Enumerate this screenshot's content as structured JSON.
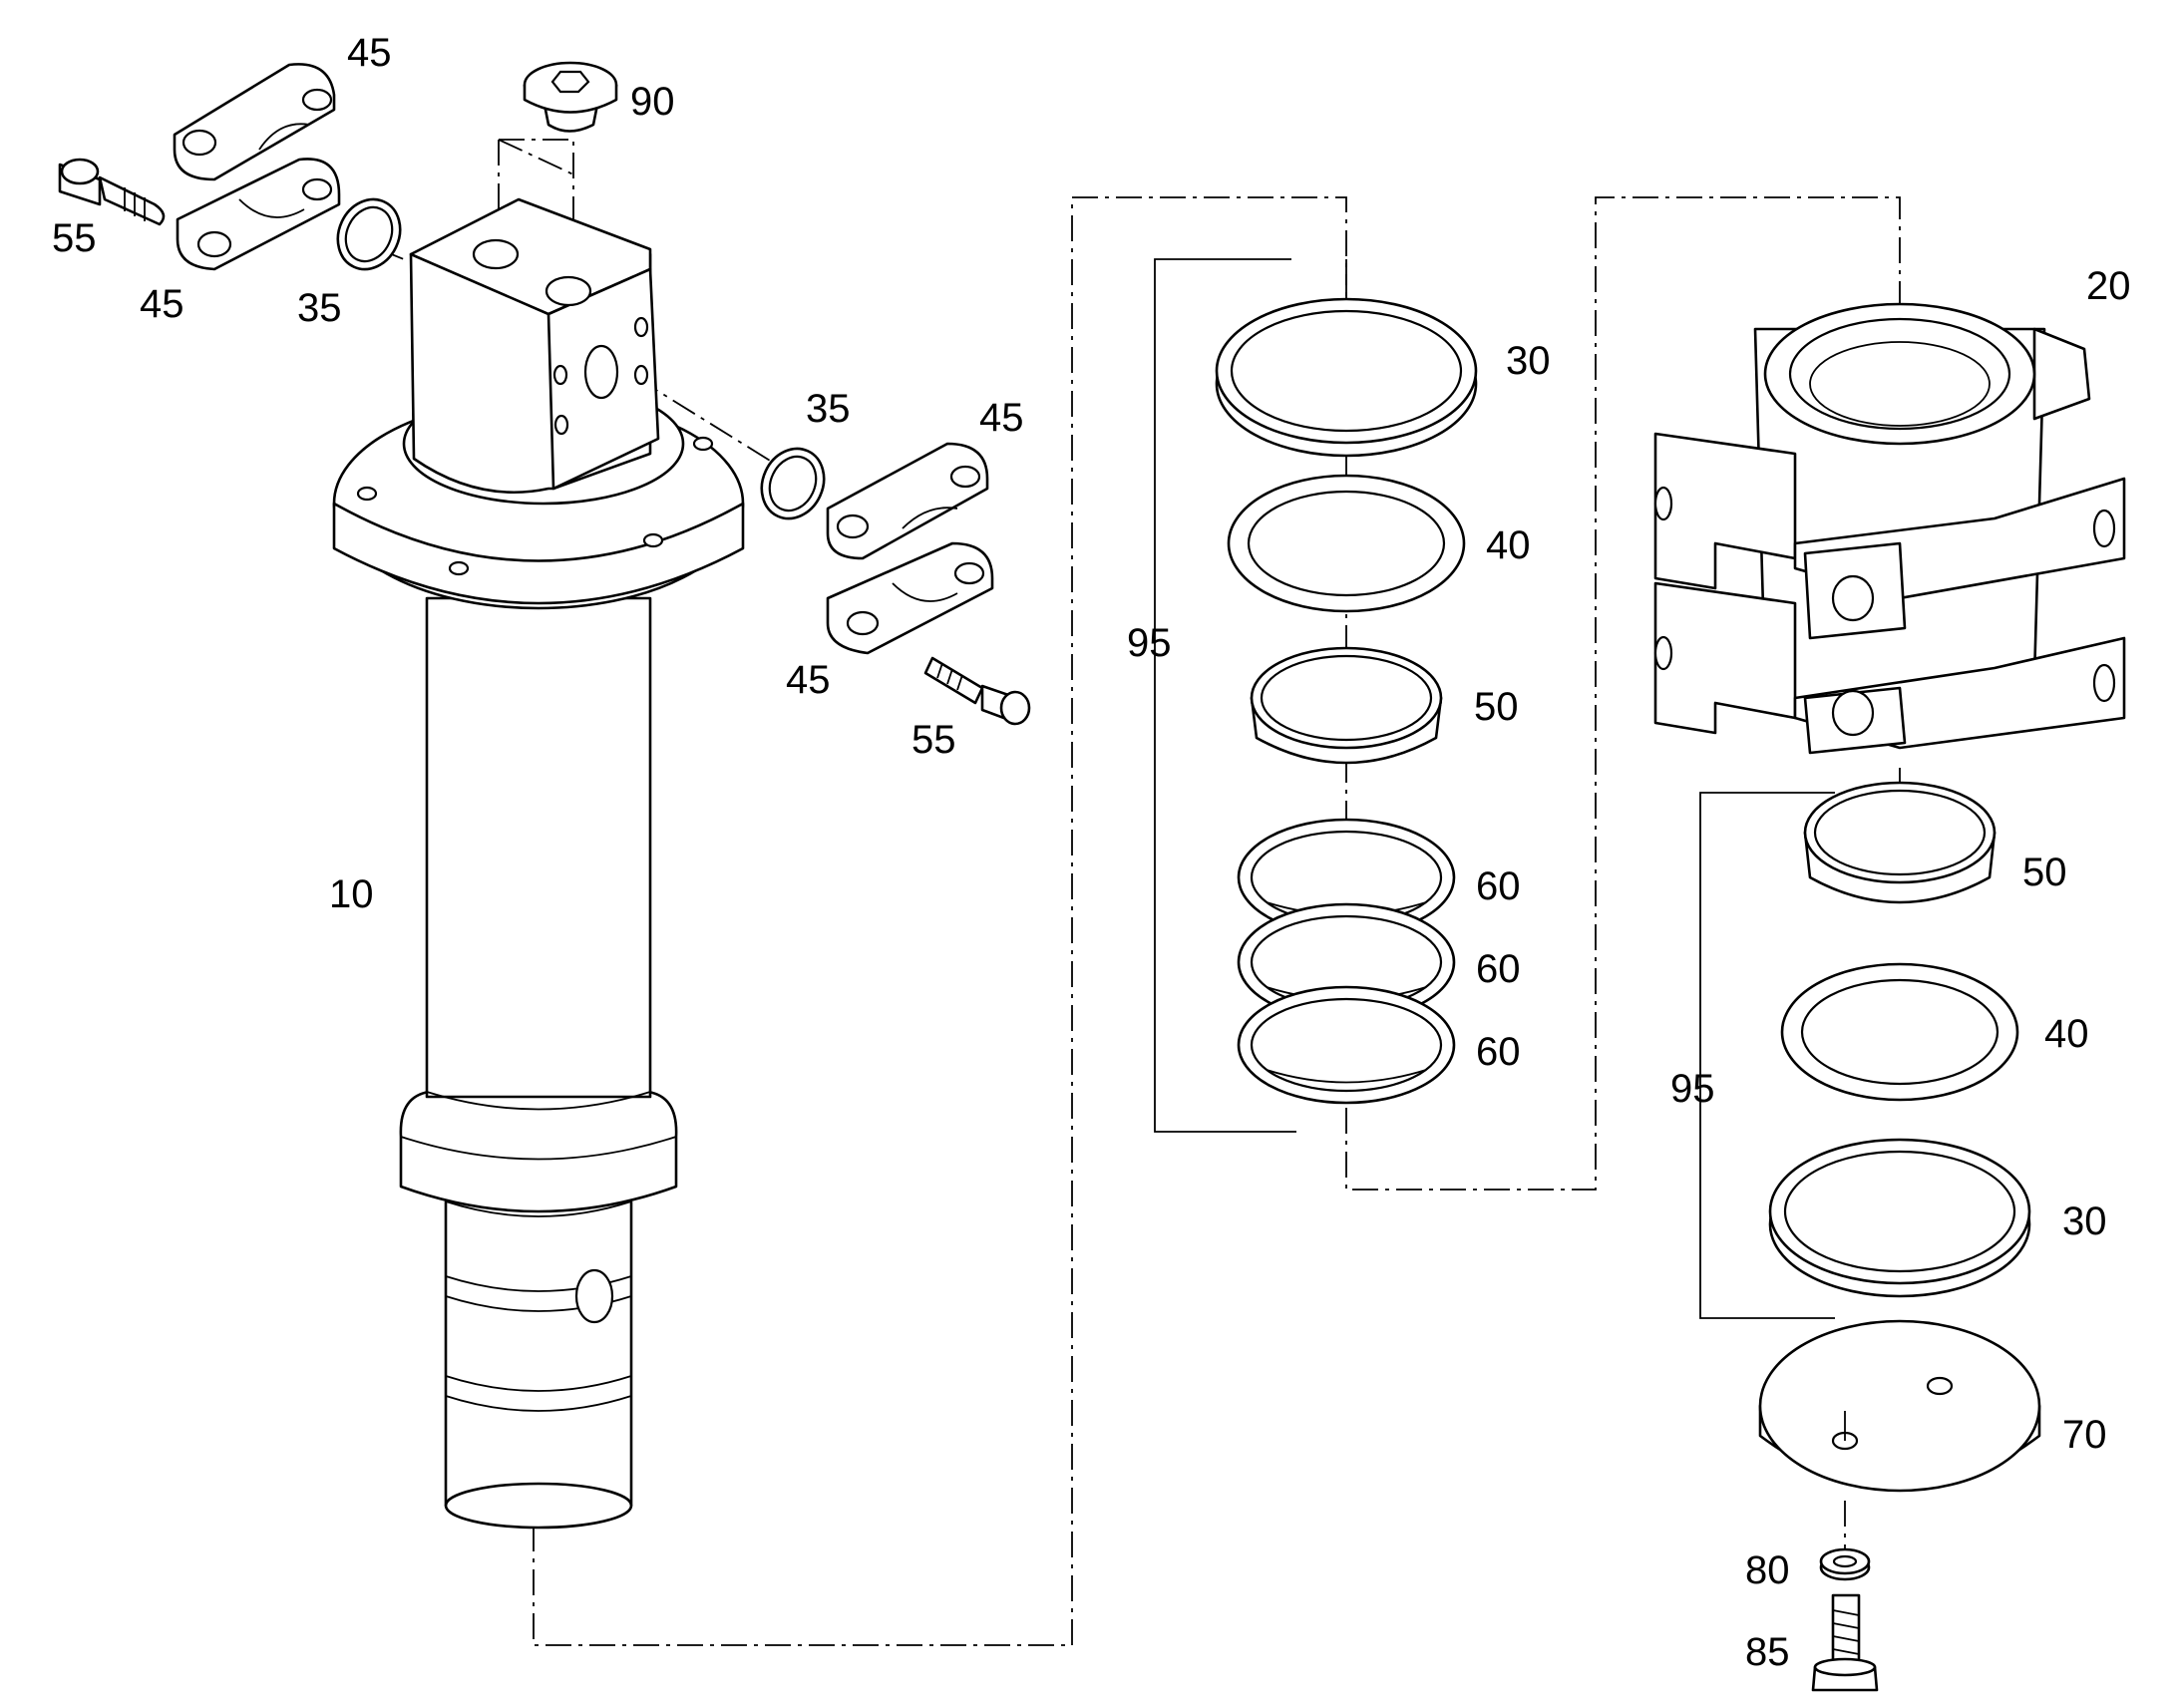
{
  "labels": {
    "p10": "10",
    "p20": "20",
    "p30a": "30",
    "p30b": "30",
    "p35a": "35",
    "p35b": "35",
    "p40a": "40",
    "p40b": "40",
    "p45a": "45",
    "p45b": "45",
    "p45c": "45",
    "p45d": "45",
    "p50a": "50",
    "p50b": "50",
    "p55a": "55",
    "p55b": "55",
    "p60a": "60",
    "p60b": "60",
    "p60c": "60",
    "p70": "70",
    "p80": "80",
    "p85": "85",
    "p90": "90",
    "p95a": "95",
    "p95b": "95"
  },
  "colors": {
    "ink": "#000000",
    "paper": "#ffffff"
  }
}
